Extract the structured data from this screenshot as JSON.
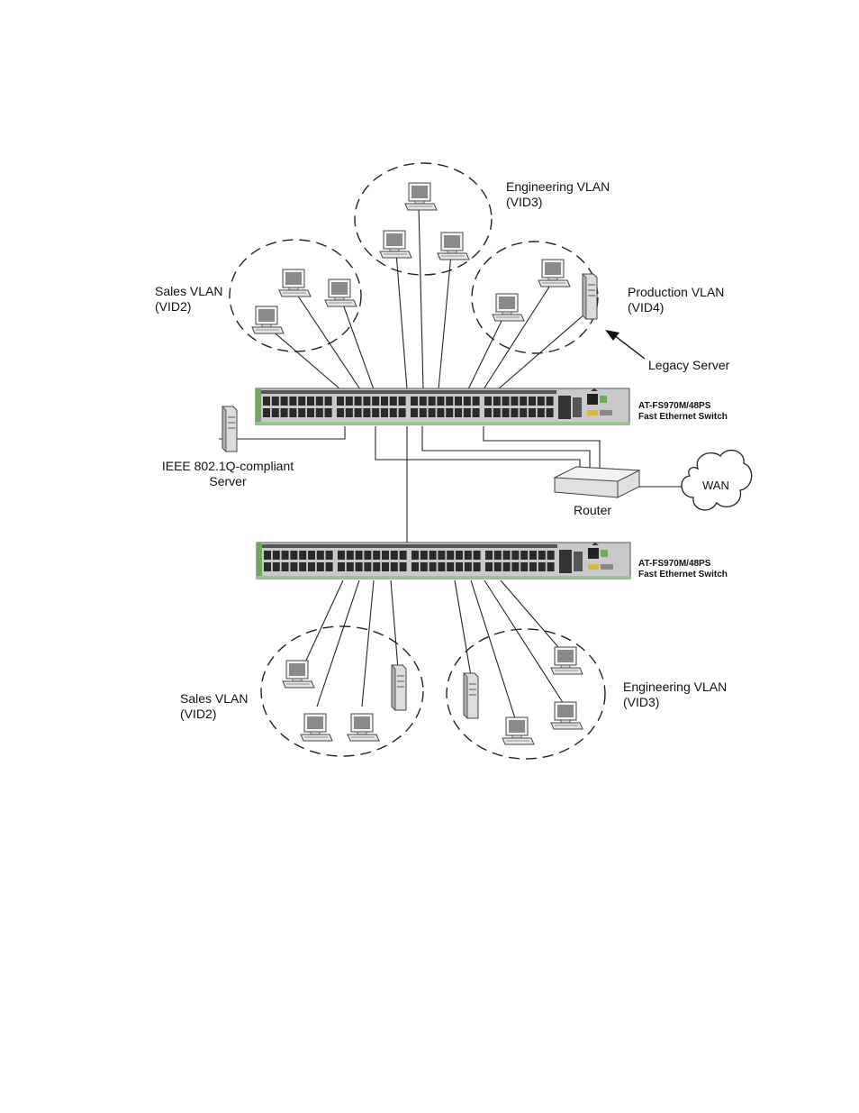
{
  "labels": {
    "eng_top": [
      "Engineering VLAN",
      "(VID3)"
    ],
    "sales_top": [
      "Sales VLAN",
      "(VID2)"
    ],
    "prod_top": [
      "Production VLAN",
      "(VID4)"
    ],
    "legacy_server": "Legacy Server",
    "ieee_server": [
      "IEEE 802.1Q-compliant",
      "Server"
    ],
    "router": "Router",
    "wan": "WAN",
    "sales_bottom": [
      "Sales VLAN",
      "(VID2)"
    ],
    "eng_bottom": [
      "Engineering VLAN",
      "(VID3)"
    ]
  },
  "switches": {
    "top": [
      "AT-FS970M/48PS",
      "Fast Ethernet Switch"
    ],
    "bottom": [
      "AT-FS970M/48PS",
      "Fast Ethernet Switch"
    ]
  },
  "colors": {
    "switch_body": "#c9c9c9",
    "switch_accent": "#6fa85f",
    "line": "#222222"
  }
}
